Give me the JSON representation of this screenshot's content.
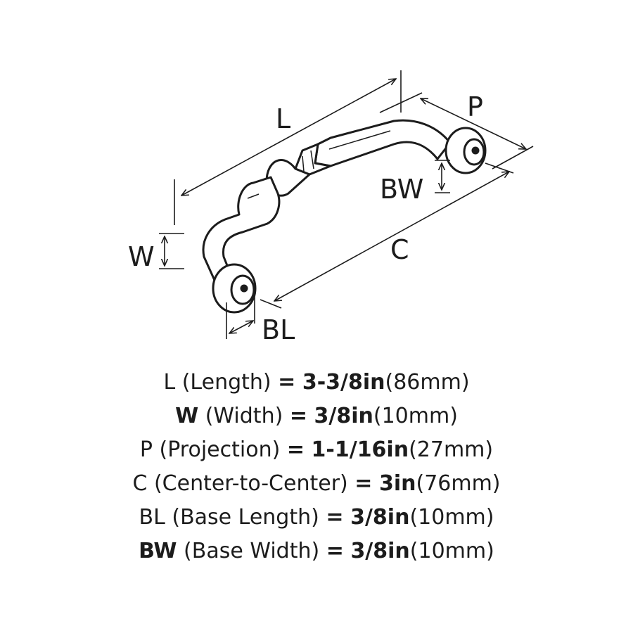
{
  "diagram": {
    "labels": {
      "L": "L",
      "P": "P",
      "BW": "BW",
      "C": "C",
      "W": "W",
      "BL": "BL"
    },
    "colors": {
      "line": "#1c1c1c",
      "handle_fill": "#ffffff"
    }
  },
  "specs": [
    {
      "code": "L",
      "name": "(Length)",
      "eq": "=",
      "inch": "3-3/8in",
      "mm": "(86mm)"
    },
    {
      "code": "W",
      "name": "(Width)",
      "eq": "=",
      "inch": "3/8in",
      "mm": "(10mm)"
    },
    {
      "code": "P",
      "name": "(Projection)",
      "eq": "=",
      "inch": "1-1/16in",
      "mm": "(27mm)"
    },
    {
      "code": "C",
      "name": "(Center-to-Center)",
      "eq": "=",
      "inch": "3in",
      "mm": "(76mm)"
    },
    {
      "code": "BL",
      "name": "(Base Length)",
      "eq": "=",
      "inch": "3/8in",
      "mm": "(10mm)"
    },
    {
      "code": "BW",
      "name": "(Base Width)",
      "eq": "=",
      "inch": "3/8in",
      "mm": "(10mm)"
    }
  ]
}
